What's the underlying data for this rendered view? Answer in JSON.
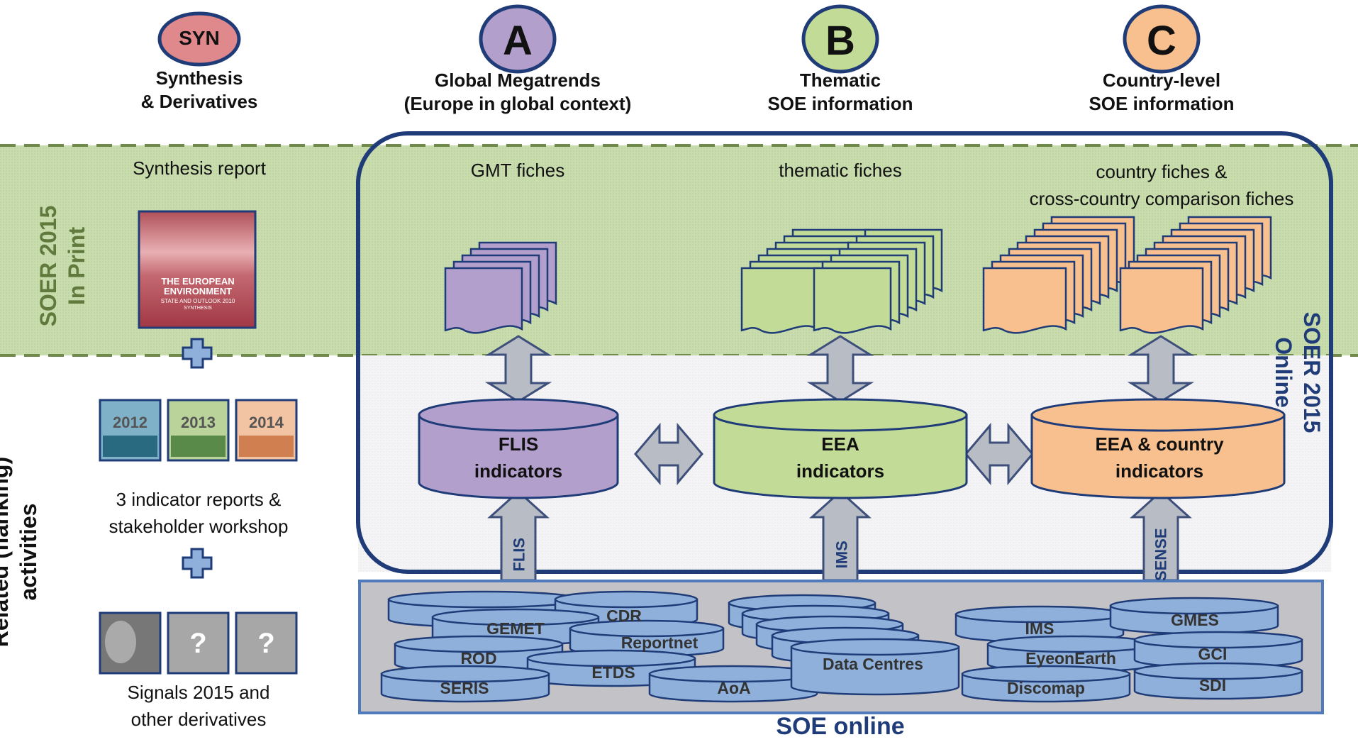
{
  "columns": {
    "syn": {
      "badge": "SYN",
      "title_line1": "Synthesis",
      "title_line2": "& Derivatives",
      "color": "#e0898c"
    },
    "a": {
      "badge": "A",
      "title_line1": "Global Megatrends",
      "title_line2": "(Europe in global context)",
      "color": "#b39fcc"
    },
    "b": {
      "badge": "B",
      "title_line1": "Thematic",
      "title_line2": "SOE information",
      "color": "#c2dc98"
    },
    "c": {
      "badge": "C",
      "title_line1": "Country-level",
      "title_line2": "SOE information",
      "color": "#f8c08e"
    }
  },
  "bands": {
    "print_label_line1": "SOER 2015",
    "print_label_line2": "In Print",
    "related_label_line1": "Related (flanking)",
    "related_label_line2": "activities",
    "online_label_line1": "SOER 2015",
    "online_label_line2": "Online"
  },
  "print_row": {
    "synthesis_report": "Synthesis report",
    "cover_title_line1": "THE EUROPEAN",
    "cover_title_line2": "ENVIRONMENT",
    "cover_subtitle": "STATE AND OUTLOOK 2010",
    "cover_sub2": "SYNTHESIS",
    "gmt_fiches": "GMT fiches",
    "thematic_fiches": "thematic fiches",
    "country_fiches_line1": "country fiches &",
    "country_fiches_line2": "cross-country comparison fiches"
  },
  "flanking": {
    "years": [
      "2012",
      "2013",
      "2014"
    ],
    "indicator_reports_line1": "3 indicator reports &",
    "indicator_reports_line2": "stakeholder workshop",
    "signals_line1": "Signals  2015 and",
    "signals_line2": "other derivatives",
    "unknown_mark": "?"
  },
  "indicators": {
    "flis_line1": "FLIS",
    "flis_line2": "indicators",
    "eea_line1": "EEA",
    "eea_line2": "indicators",
    "country_line1": "EEA & country",
    "country_line2": "indicators"
  },
  "flows": {
    "flis": "FLIS",
    "ims": "IMS",
    "sense": "SENSE"
  },
  "soe_online": {
    "label": "SOE online",
    "sources": [
      "CDR",
      "GEMET",
      "Reportnet",
      "ROD",
      "ETDS",
      "SERIS",
      "AoA",
      "Data Centres",
      "IMS",
      "GMES",
      "EyeonEarth",
      "GCI",
      "Discomap",
      "SDI"
    ]
  },
  "colors": {
    "band_green": "#c5d9a8",
    "online_border": "#1f3c78",
    "db_blue": "#8fb0da",
    "arrow_grey": "#b8bcc4",
    "arrow_border": "#3d4f7a"
  }
}
